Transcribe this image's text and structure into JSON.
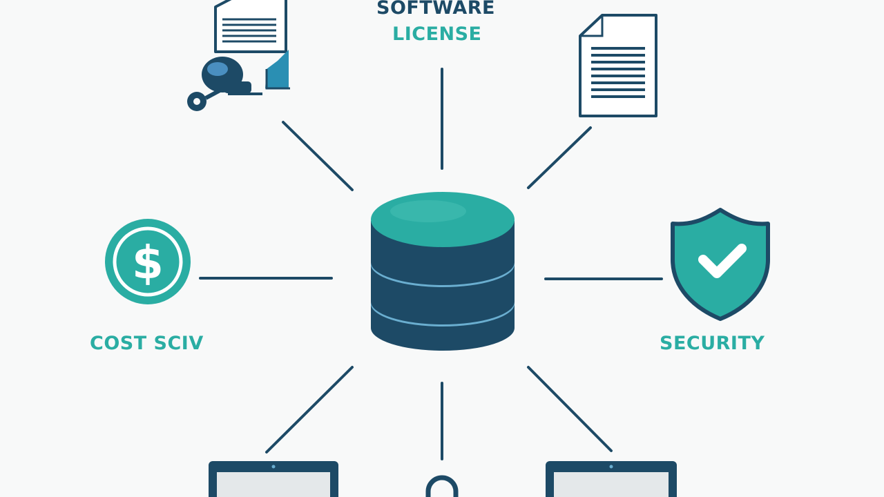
{
  "labels": {
    "title_line1": "SOFTWARE",
    "title_line2": "LICENSE",
    "cost": "COST SCIV",
    "security": "SECURITY"
  },
  "colors": {
    "navy": "#1d4a66",
    "teal": "#2aada3",
    "light_blue": "#6aaed0",
    "background": "#f8f9f9"
  },
  "icons": {
    "center": "database-icon",
    "top_left": "document-with-key-icon",
    "top_right": "document-icon",
    "left": "dollar-coin-icon",
    "right": "shield-check-icon",
    "bottom_left": "laptop-icon",
    "bottom_center": "lock-icon",
    "bottom_right": "laptop-icon"
  }
}
